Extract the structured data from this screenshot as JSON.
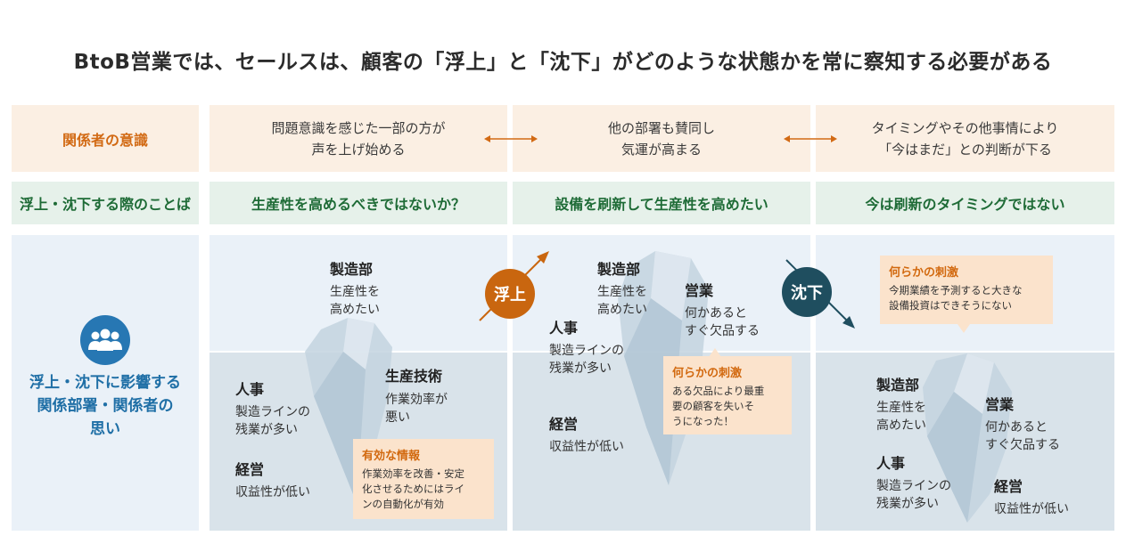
{
  "title": "BtoB営業では、セールスは、顧客の「浮上」と「沈下」がどのような状態かを常に察知する必要がある",
  "rows": {
    "awareness_label": "関係者の意識",
    "words_label": "浮上・沈下する際のことば",
    "influence_label_line1": "浮上・沈下に影響する",
    "influence_label_line2": "関係部署・関係者の",
    "influence_label_line3": "思い"
  },
  "awareness": [
    {
      "line1": "問題意識を感じた一部の方が",
      "line2": "声を上げ始める"
    },
    {
      "line1": "他の部署も賛同し",
      "line2": "気運が高まる"
    },
    {
      "line1": "タイミングやその他事情により",
      "line2": "「今はまだ」との判断が下る"
    }
  ],
  "words": [
    "生産性を高めるべきではないか？",
    "設備を刷新して生産性を高めたい",
    "今は刷新のタイミングではない"
  ],
  "badges": {
    "rise": "浮上",
    "sink": "沈下"
  },
  "col1": {
    "mfg_name": "製造部",
    "mfg_d1": "生産性を",
    "mfg_d2": "高めたい",
    "hr_name": "人事",
    "hr_d1": "製造ラインの",
    "hr_d2": "残業が多い",
    "tech_name": "生産技術",
    "tech_d1": "作業効率が",
    "tech_d2": "悪い",
    "mgmt_name": "経営",
    "mgmt_d1": "収益性が低い",
    "note_title": "有効な情報",
    "note_l1": "作業効率を改善・安定",
    "note_l2": "化させるためにはライ",
    "note_l3": "ンの自動化が有効"
  },
  "col2": {
    "mfg_name": "製造部",
    "mfg_d1": "生産性を",
    "mfg_d2": "高めたい",
    "sales_name": "営業",
    "sales_d1": "何かあると",
    "sales_d2": "すぐ欠品する",
    "hr_name": "人事",
    "hr_d1": "製造ラインの",
    "hr_d2": "残業が多い",
    "mgmt_name": "経営",
    "mgmt_d1": "収益性が低い",
    "note_title": "何らかの刺激",
    "note_l1": "ある欠品により最重",
    "note_l2": "要の顧客を失いそ",
    "note_l3": "うになった！"
  },
  "col3": {
    "note_title": "何らかの刺激",
    "note_l1": "今期業績を予測すると大きな",
    "note_l2": "設備投資はできそうにない",
    "mfg_name": "製造部",
    "mfg_d1": "生産性を",
    "mfg_d2": "高めたい",
    "sales_name": "営業",
    "sales_d1": "何かあると",
    "sales_d2": "すぐ欠品する",
    "hr_name": "人事",
    "hr_d1": "製造ラインの",
    "hr_d2": "残業が多い",
    "mgmt_name": "経営",
    "mgmt_d1": "収益性が低い"
  },
  "colors": {
    "orange": "#d26a14",
    "green": "#1e6b36",
    "blue": "#1f6fa6",
    "rise_badge": "#c9660f",
    "sink_badge": "#1f4e5f"
  }
}
